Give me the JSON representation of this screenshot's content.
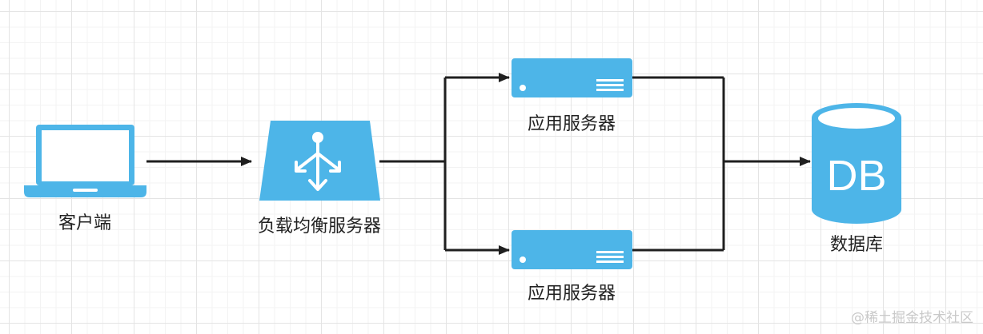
{
  "colors": {
    "icon_blue": "#4db5e8",
    "connector": "#1f1f1f",
    "icon_white": "#ffffff"
  },
  "nodes": {
    "client": {
      "label": "客户端",
      "icon": "laptop-icon"
    },
    "load_balancer": {
      "label": "负载均衡服务器",
      "icon": "load-balancer-icon"
    },
    "app_server_top": {
      "label": "应用服务器",
      "icon": "server-icon"
    },
    "app_server_bottom": {
      "label": "应用服务器",
      "icon": "server-icon"
    },
    "database": {
      "label": "数据库",
      "icon": "database-icon",
      "icon_text": "DB"
    }
  },
  "watermark": "@稀土掘金技术社区"
}
